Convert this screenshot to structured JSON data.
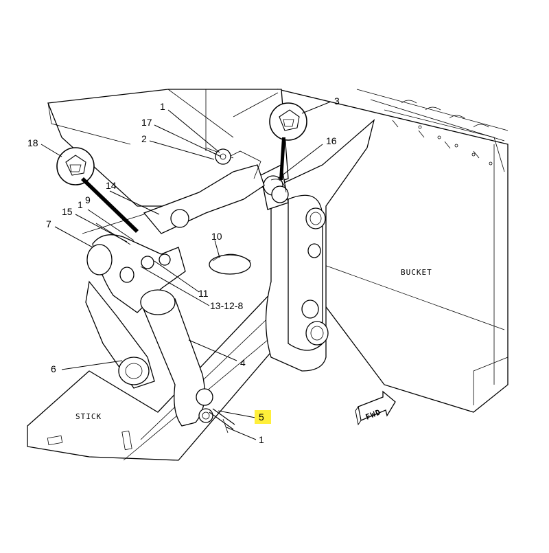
{
  "diagram": {
    "labels": {
      "bucket": "BUCKET",
      "stick": "STICK",
      "fwd": "FWD"
    },
    "callouts": {
      "c1_top": "1",
      "c17": "17",
      "c2": "2",
      "c18": "18",
      "c3": "3",
      "c16": "16",
      "c14": "14",
      "c15": "15",
      "c1_mid": "1",
      "c9": "9",
      "c7": "7",
      "c10": "10",
      "c11": "11",
      "c13128": "13-12-8",
      "c4": "4",
      "c6": "6",
      "c5": "5",
      "c1_bot": "1"
    },
    "highlight_color": "#ffef3a"
  }
}
